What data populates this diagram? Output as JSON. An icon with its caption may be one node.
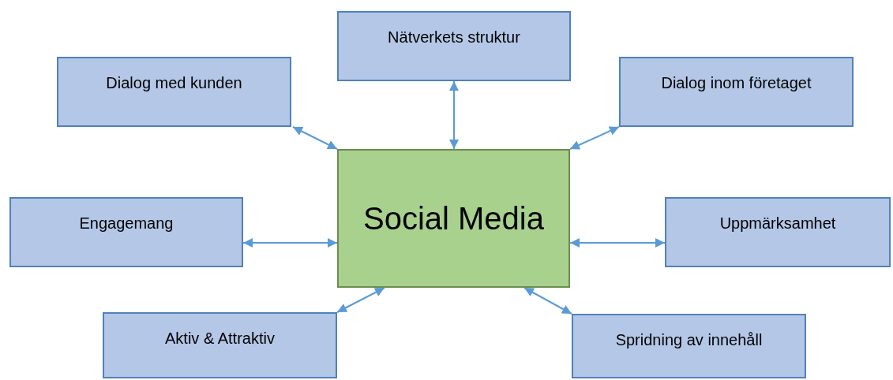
{
  "diagram": {
    "nodes": [
      {
        "text": [
          "Nätverkets struktur"
        ]
      },
      {
        "text": [
          "Dialog med kunden"
        ]
      },
      {
        "text": [
          "Dialog inom företaget"
        ]
      },
      {
        "text": [
          "Engagemang"
        ]
      },
      {
        "text": [
          "Social Media"
        ]
      },
      {
        "text": [
          "Uppmärksamhet"
        ]
      },
      {
        "text": [
          "Aktiv & Attraktiv"
        ]
      },
      {
        "text": [
          "Spridning av innehåll"
        ]
      }
    ],
    "edges": [
      {
        "from": 4,
        "to": 0,
        "arrow": "both"
      },
      {
        "from": 4,
        "to": 1,
        "arrow": "both"
      },
      {
        "from": 4,
        "to": 2,
        "arrow": "both"
      },
      {
        "from": 4,
        "to": 3,
        "arrow": "both"
      },
      {
        "from": 4,
        "to": 5,
        "arrow": "both"
      },
      {
        "from": 4,
        "to": 6,
        "arrow": "both"
      },
      {
        "from": 4,
        "to": 7,
        "arrow": "both"
      }
    ]
  }
}
